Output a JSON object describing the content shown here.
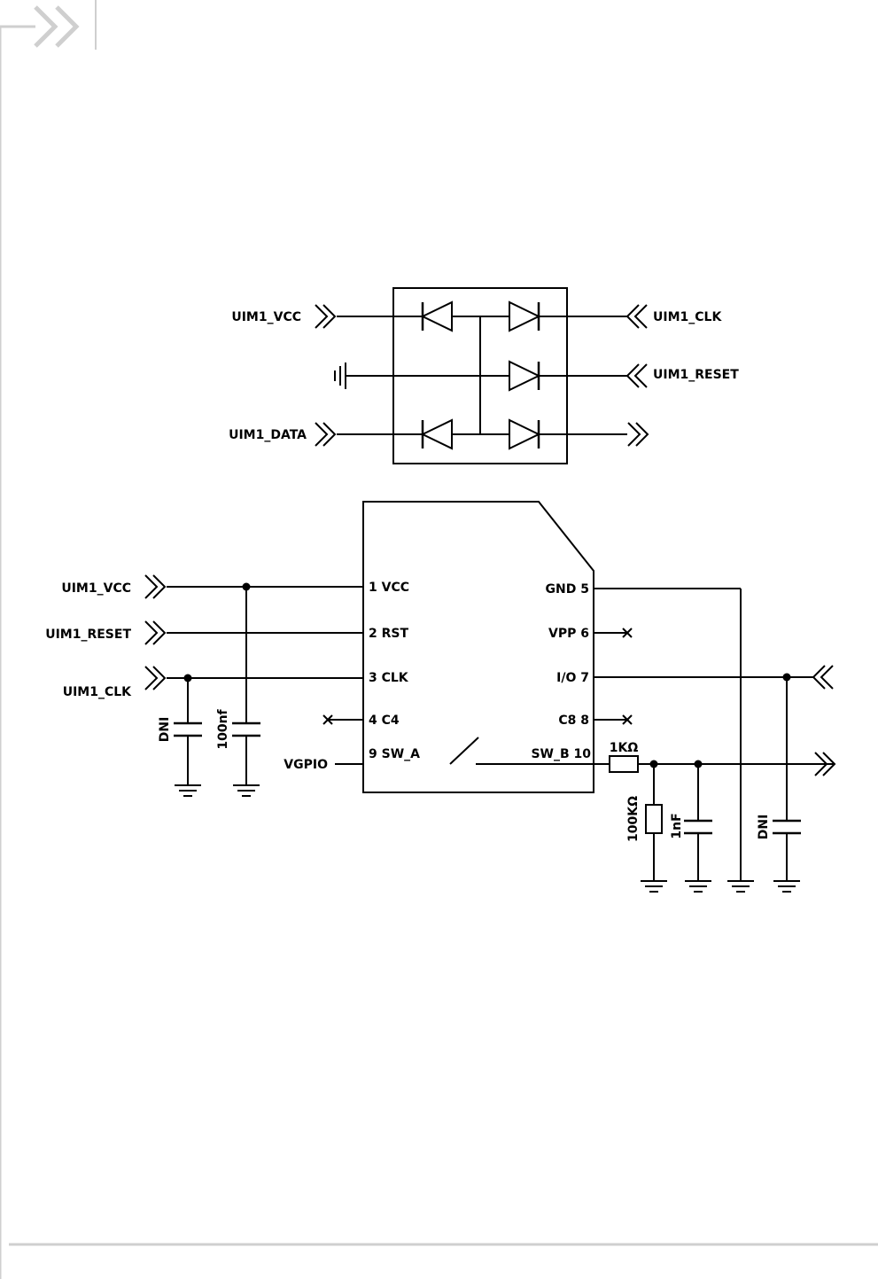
{
  "protection": {
    "left_labels": [
      "UIM1_VCC",
      "UIM1_DATA"
    ],
    "right_labels": [
      "UIM1_CLK",
      "UIM1_RESET"
    ]
  },
  "connector": {
    "left_nets": [
      "UIM1_VCC",
      "UIM1_RESET",
      "UIM1_CLK"
    ],
    "left_pins": [
      "1 VCC",
      "2 RST",
      "3 CLK",
      "4 C4",
      "9 SW_A"
    ],
    "right_pins": [
      "GND 5",
      "VPP 6",
      "I/O 7",
      "C8 8",
      "SW_B 10"
    ],
    "vgpio": "VGPIO"
  },
  "components": {
    "cap_dni_left": "DNI",
    "cap_100nf": "100nf",
    "res_1k": "1KΩ",
    "res_100k": "100KΩ",
    "cap_1nf": "1nF",
    "cap_dni_right": "DNI"
  }
}
